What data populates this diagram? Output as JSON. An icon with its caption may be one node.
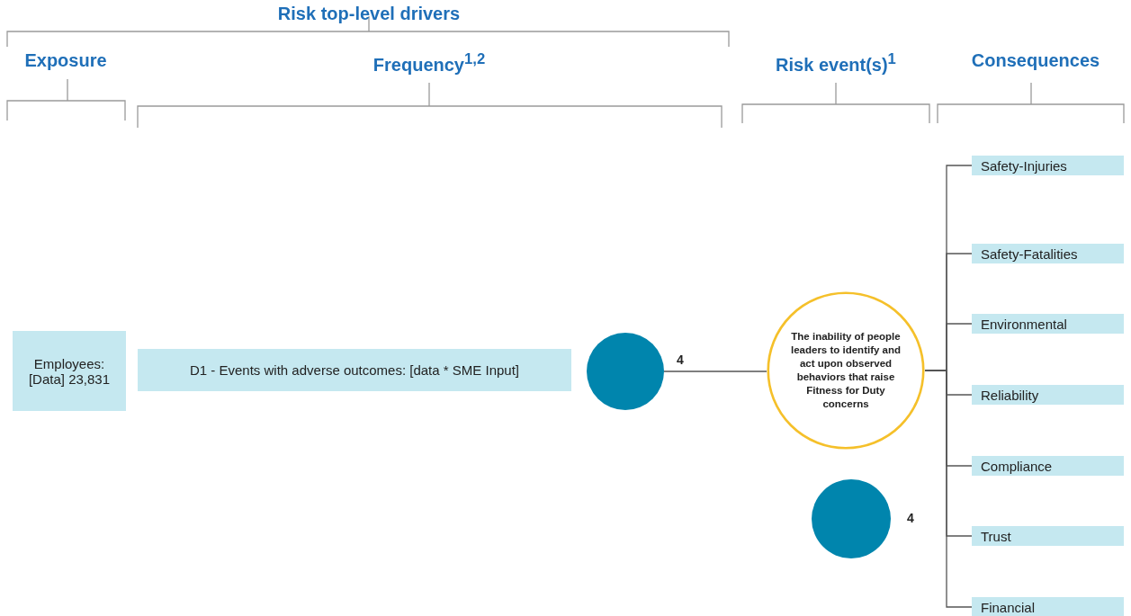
{
  "diagram": {
    "nodes": [
      {
        "text": [
          "Employees: [Data] 23,831"
        ]
      },
      {
        "text": [
          "D1 - Events with adverse outcomes: [data * SME Input]"
        ]
      },
      {
        "text": [],
        "shape": "circle",
        "beside": [
          "4"
        ]
      },
      {
        "text": [
          "The inability of people leaders to identify and act upon observed behaviors that raise Fitness for Duty concerns"
        ]
      },
      {
        "text": [],
        "shape": "circle",
        "beside": [
          "4"
        ]
      },
      {
        "text": [
          "Safety-Injuries"
        ]
      },
      {
        "text": [
          "Safety-Fatalities"
        ]
      },
      {
        "text": [
          "Environmental"
        ]
      },
      {
        "text": [
          "Reliability"
        ]
      },
      {
        "text": [
          "Compliance"
        ]
      },
      {
        "text": [
          "Trust"
        ]
      },
      {
        "text": [
          "Financial"
        ]
      }
    ],
    "edges": [
      {
        "from": 2,
        "to": 3,
        "arrow": "none"
      },
      {
        "from": 3,
        "to": 5,
        "arrow": "none"
      },
      {
        "from": 3,
        "to": 6,
        "arrow": "none"
      },
      {
        "from": 3,
        "to": 7,
        "arrow": "none"
      },
      {
        "from": 3,
        "to": 8,
        "arrow": "none"
      },
      {
        "from": 3,
        "to": 9,
        "arrow": "none"
      },
      {
        "from": 3,
        "to": 10,
        "arrow": "none"
      },
      {
        "from": 3,
        "to": 11,
        "arrow": "none"
      }
    ],
    "labels": [
      "Risk top-level drivers",
      "Exposure",
      "Frequency$^{1,2}$",
      "Risk event(s)$^{1}$",
      "Consequences"
    ]
  }
}
